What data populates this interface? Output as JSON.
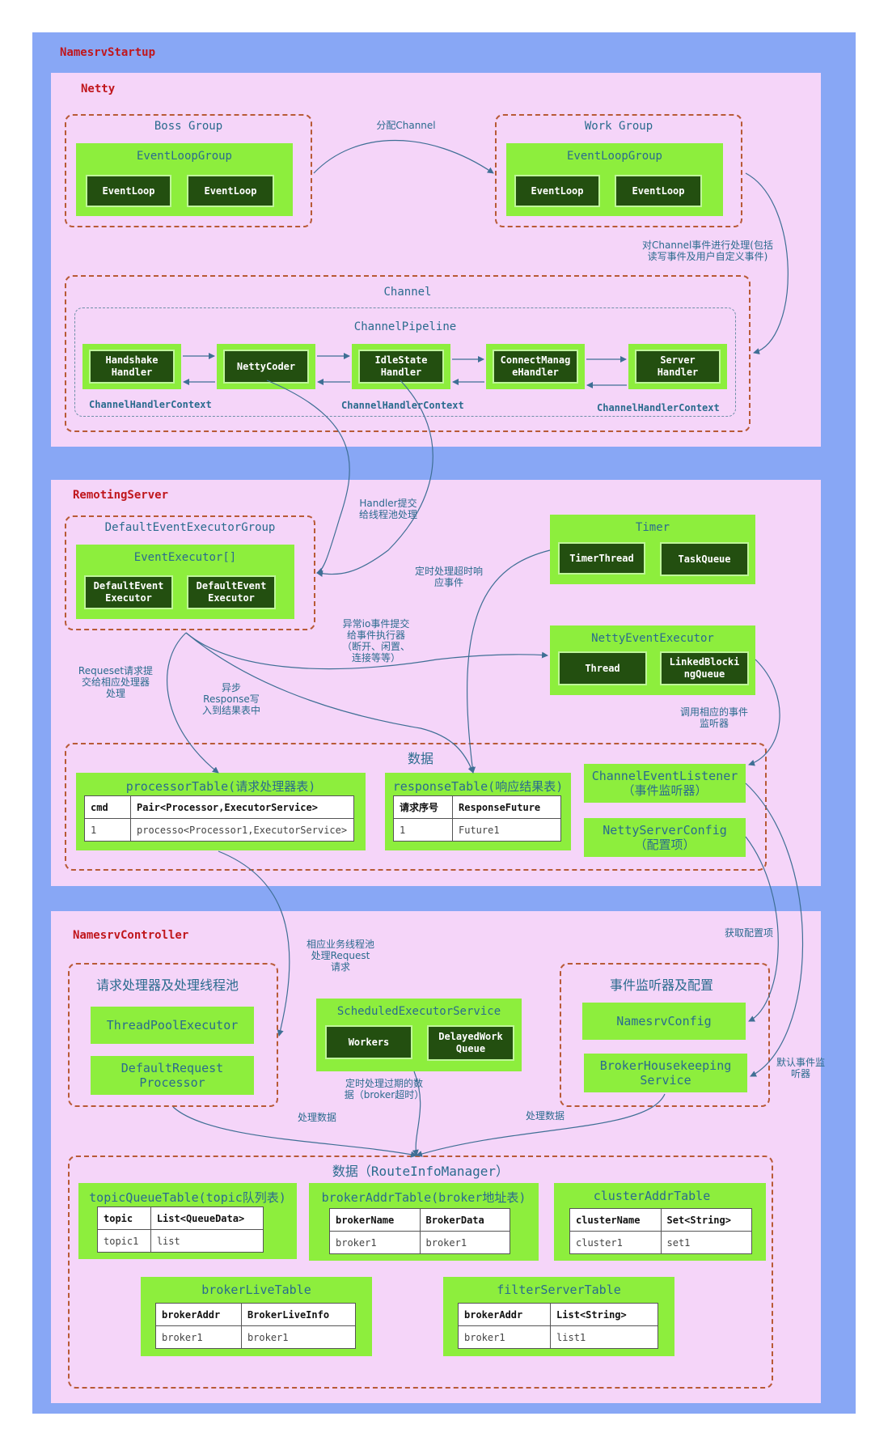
{
  "namesrv_startup": "NamesrvStartup",
  "netty": {
    "title": "Netty",
    "boss_group": {
      "title": "Boss Group",
      "elg": "EventLoopGroup",
      "loops": [
        "EventLoop",
        "EventLoop"
      ]
    },
    "work_group": {
      "title": "Work Group",
      "elg": "EventLoopGroup",
      "loops": [
        "EventLoop",
        "EventLoop"
      ]
    },
    "dispatch_label": "分配Channel",
    "handle_label": "对Channel事件进行处理(包括\n读写事件及用户自定义事件)",
    "channel": {
      "title": "Channel",
      "pipeline": "ChannelPipeline",
      "handlers": [
        "Handshake\nHandler",
        "NettyCoder",
        "IdleState\nHandler",
        "ConnectManag\neHandler",
        "Server\nHandler"
      ],
      "contexts": [
        "ChannelHandlerContext",
        "ChannelHandlerContext",
        "ChannelHandlerContext"
      ]
    }
  },
  "remoting_server": {
    "title": "RemotingServer",
    "executor_group": {
      "title": "DefaultEventExecutorGroup",
      "array": "EventExecutor[]",
      "items": [
        "DefaultEvent\nExecutor",
        "DefaultEvent\nExecutor"
      ]
    },
    "timer": {
      "title": "Timer",
      "items": [
        "TimerThread",
        "TaskQueue"
      ]
    },
    "netty_executor": {
      "title": "NettyEventExecutor",
      "items": [
        "Thread",
        "LinkedBlocki\nngQueue"
      ]
    },
    "notes": {
      "handler_submit": "Handler提交\n给线程池处理",
      "timer_timeout": "定时处理超时响\n应事件",
      "io_exception": "异常io事件提交\n给事件执行器\n（断开、闲置、\n连接等等）",
      "request_dispatch": "Requeset请求提\n交给相应处理器\n处理",
      "async_response": "异步\nResponse写\n入到结果表中",
      "call_listener": "调用相应的事件\n监听器"
    },
    "data": {
      "title": "数据",
      "processor_table": {
        "title": "processorTable(请求处理器表)",
        "header": [
          "cmd",
          "Pair<Processor,ExecutorService>"
        ],
        "row": [
          "1",
          "processo<Processor1,ExecutorService>"
        ]
      },
      "response_table": {
        "title": "responseTable(响应结果表)",
        "header": [
          "请求序号",
          "ResponseFuture"
        ],
        "row": [
          "1",
          "Future1"
        ]
      },
      "listener": "ChannelEventListener\n（事件监听器）",
      "config": "NettyServerConfig\n（配置项）"
    }
  },
  "namesrv_controller": {
    "title": "NamesrvController",
    "pool_group": {
      "title": "请求处理器及处理线程池",
      "items": [
        "ThreadPoolExecutor",
        "DefaultRequest\nProcessor"
      ]
    },
    "scheduled": {
      "title": "ScheduledExecutorService",
      "items": [
        "Workers",
        "DelayedWork\nQueue"
      ]
    },
    "listener_group": {
      "title": "事件监听器及配置",
      "items": [
        "NamesrvConfig",
        "BrokerHousekeeping\nService"
      ]
    },
    "notes": {
      "biz_pool": "相应业务线程池\n处理Request\n请求",
      "get_config": "获取配置项",
      "default_listener": "默认事件监\n听器",
      "scheduled_clean": "定时处理过期的数\n据（broker超时）",
      "process_left": "处理数据",
      "process_right": "处理数据"
    },
    "route_info": {
      "title": "数据（RouteInfoManager）",
      "tables": [
        {
          "title": "topicQueueTable(topic队列表)",
          "header": [
            "topic",
            "List<QueueData>"
          ],
          "row": [
            "topic1",
            "list"
          ]
        },
        {
          "title": "brokerAddrTable(broker地址表)",
          "header": [
            "brokerName",
            "BrokerData"
          ],
          "row": [
            "broker1",
            "broker1"
          ]
        },
        {
          "title": "clusterAddrTable",
          "header": [
            "clusterName",
            "Set<String>"
          ],
          "row": [
            "cluster1",
            "set1"
          ]
        },
        {
          "title": "brokerLiveTable",
          "header": [
            "brokerAddr",
            "BrokerLiveInfo"
          ],
          "row": [
            "broker1",
            "broker1"
          ]
        },
        {
          "title": "filterServerTable",
          "header": [
            "brokerAddr",
            "List<String>"
          ],
          "row": [
            "broker1",
            "list1"
          ]
        }
      ]
    }
  },
  "colors": {
    "outer": "#88a7f5",
    "panel": "#f5d5f9",
    "green": "#8dee3d",
    "dark": "#234f10",
    "dashed": "#b85a36",
    "title": "#c0161c",
    "text": "#2a6b8e",
    "arrow": "#3f6f95"
  }
}
